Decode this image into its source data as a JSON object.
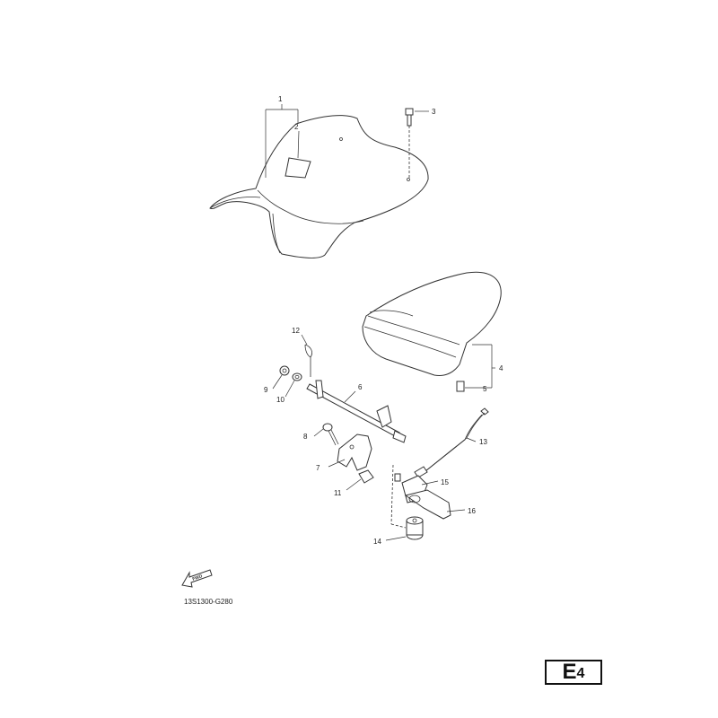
{
  "callouts": [
    {
      "id": "1",
      "label": "1"
    },
    {
      "id": "2",
      "label": "2"
    },
    {
      "id": "3",
      "label": "3"
    },
    {
      "id": "4",
      "label": "4"
    },
    {
      "id": "5",
      "label": "5"
    },
    {
      "id": "6",
      "label": "6"
    },
    {
      "id": "7",
      "label": "7"
    },
    {
      "id": "8",
      "label": "8"
    },
    {
      "id": "9",
      "label": "9"
    },
    {
      "id": "10",
      "label": "10"
    },
    {
      "id": "11",
      "label": "11"
    },
    {
      "id": "12",
      "label": "12"
    },
    {
      "id": "13",
      "label": "13"
    },
    {
      "id": "14",
      "label": "14"
    },
    {
      "id": "15",
      "label": "15"
    },
    {
      "id": "16",
      "label": "16"
    }
  ],
  "fwd_label": "FWD",
  "diagram_code": "13S1300-G280",
  "page_letter": "E",
  "page_number": "4"
}
